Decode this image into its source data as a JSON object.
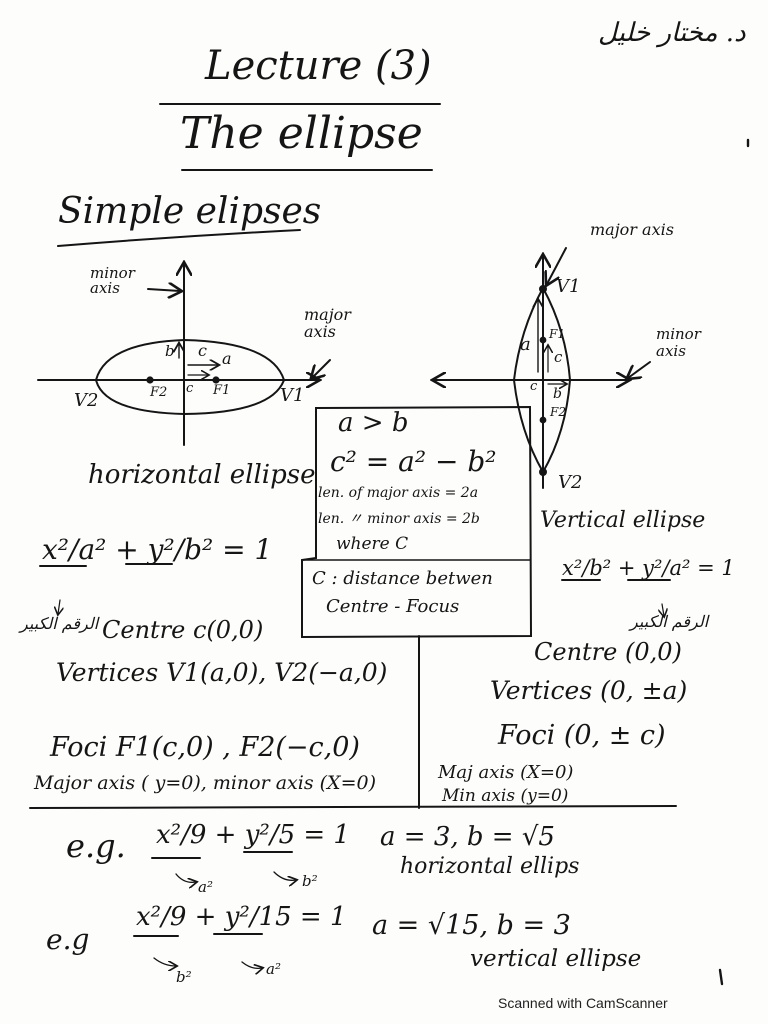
{
  "colors": {
    "ink": "#151515",
    "paper": "#fdfdfc"
  },
  "header": {
    "author_signature": "د. مختار خليل",
    "title": "Lecture (3)",
    "subtitle": "The ellipse",
    "section": "Simple elipses"
  },
  "horizontal_diagram": {
    "minor_axis_label": "minor axis",
    "major_axis_label": "major axis",
    "b": "b",
    "c": "c",
    "a": "a",
    "center": "c",
    "f1": "F1",
    "f2": "F2",
    "v1": "V1",
    "v2": "V2",
    "caption": "horizontal ellipse"
  },
  "vertical_diagram": {
    "major_axis_label": "major axis",
    "minor_axis_label": "minor axis",
    "v1": "V1",
    "v2": "V2",
    "a": "a",
    "c": "c",
    "b": "b",
    "center": "c",
    "f1": "F1",
    "f2": "F2",
    "caption": "Vertical ellipse"
  },
  "center_box": {
    "condition": "a > b",
    "relation": "c² = a² − b²",
    "len_major": "len. of major axis = 2a",
    "len_minor": "len. 〃 minor axis = 2b",
    "where": "where C",
    "c_def_line1": "C : distance betwen",
    "c_def_line2": "Centre - Focus"
  },
  "left_column": {
    "equation": "x²/a² + y²/b² = 1",
    "arabic_note": "الرقم الكبير",
    "centre": "Centre  c(0,0)",
    "vertices": "Vertices  V1(a,0), V2(−a,0)",
    "foci": "Foci   F1(c,0) , F2(−c,0)",
    "axes": "Major axis ( y=0), minor axis (X=0)"
  },
  "right_column": {
    "equation": "x²/b² + y²/a² = 1",
    "arabic_note": "الرقم الكبير",
    "centre": "Centre (0,0)",
    "vertices": "Vertices (0, ±a)",
    "foci": "Foci (0, ± c)",
    "major_axis": "Maj axis (X=0)",
    "minor_axis": "Min axis (y=0)"
  },
  "examples": [
    {
      "label": "e.g.",
      "equation": "x²/9 + y²/5 = 1",
      "note_denominator_1": "a²",
      "note_denominator_2": "b²",
      "result": "a = 3,  b = √5",
      "type": "horizontal ellips"
    },
    {
      "label": "e.g",
      "equation": "x²/9 + y²/15 = 1",
      "note_denominator_1": "b²",
      "note_denominator_2": "a²",
      "result": "a = √15,  b = 3",
      "type": "vertical ellipse"
    }
  ],
  "footer": {
    "scanner_watermark": "Scanned with CamScanner"
  }
}
